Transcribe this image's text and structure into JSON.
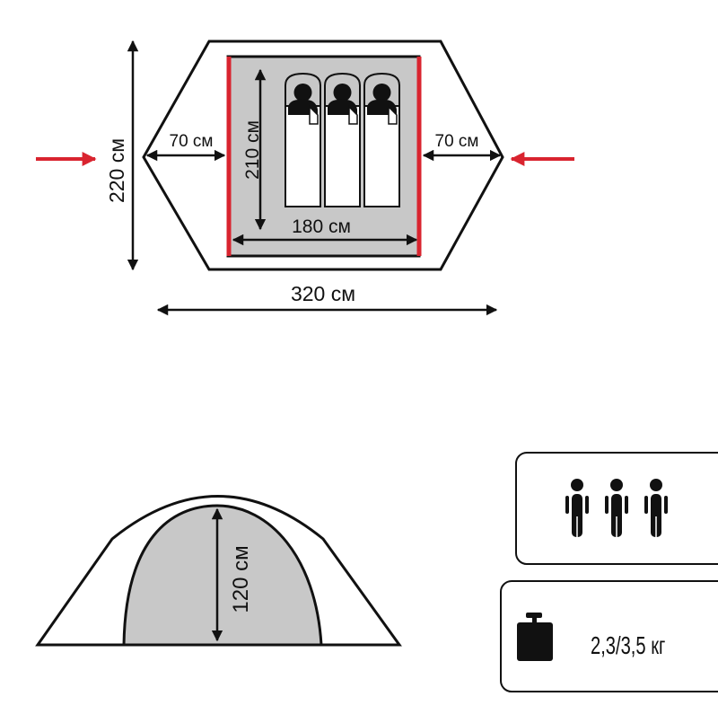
{
  "top_view": {
    "total_width": "220 см",
    "total_length": "320 см",
    "vestibule_left": "70 см",
    "vestibule_right": "70 см",
    "inner_length": "210 см",
    "inner_width": "180 см",
    "sleeping_places": 3
  },
  "side_view": {
    "height": "120 см"
  },
  "capacity": {
    "persons": 3,
    "icon": "persons-icon"
  },
  "weight": {
    "icon": "weight-icon",
    "value": "2,3/3,5 кг"
  },
  "colors": {
    "accent": "#d9242f",
    "inner": "#c8c8c8",
    "line": "#111111"
  }
}
